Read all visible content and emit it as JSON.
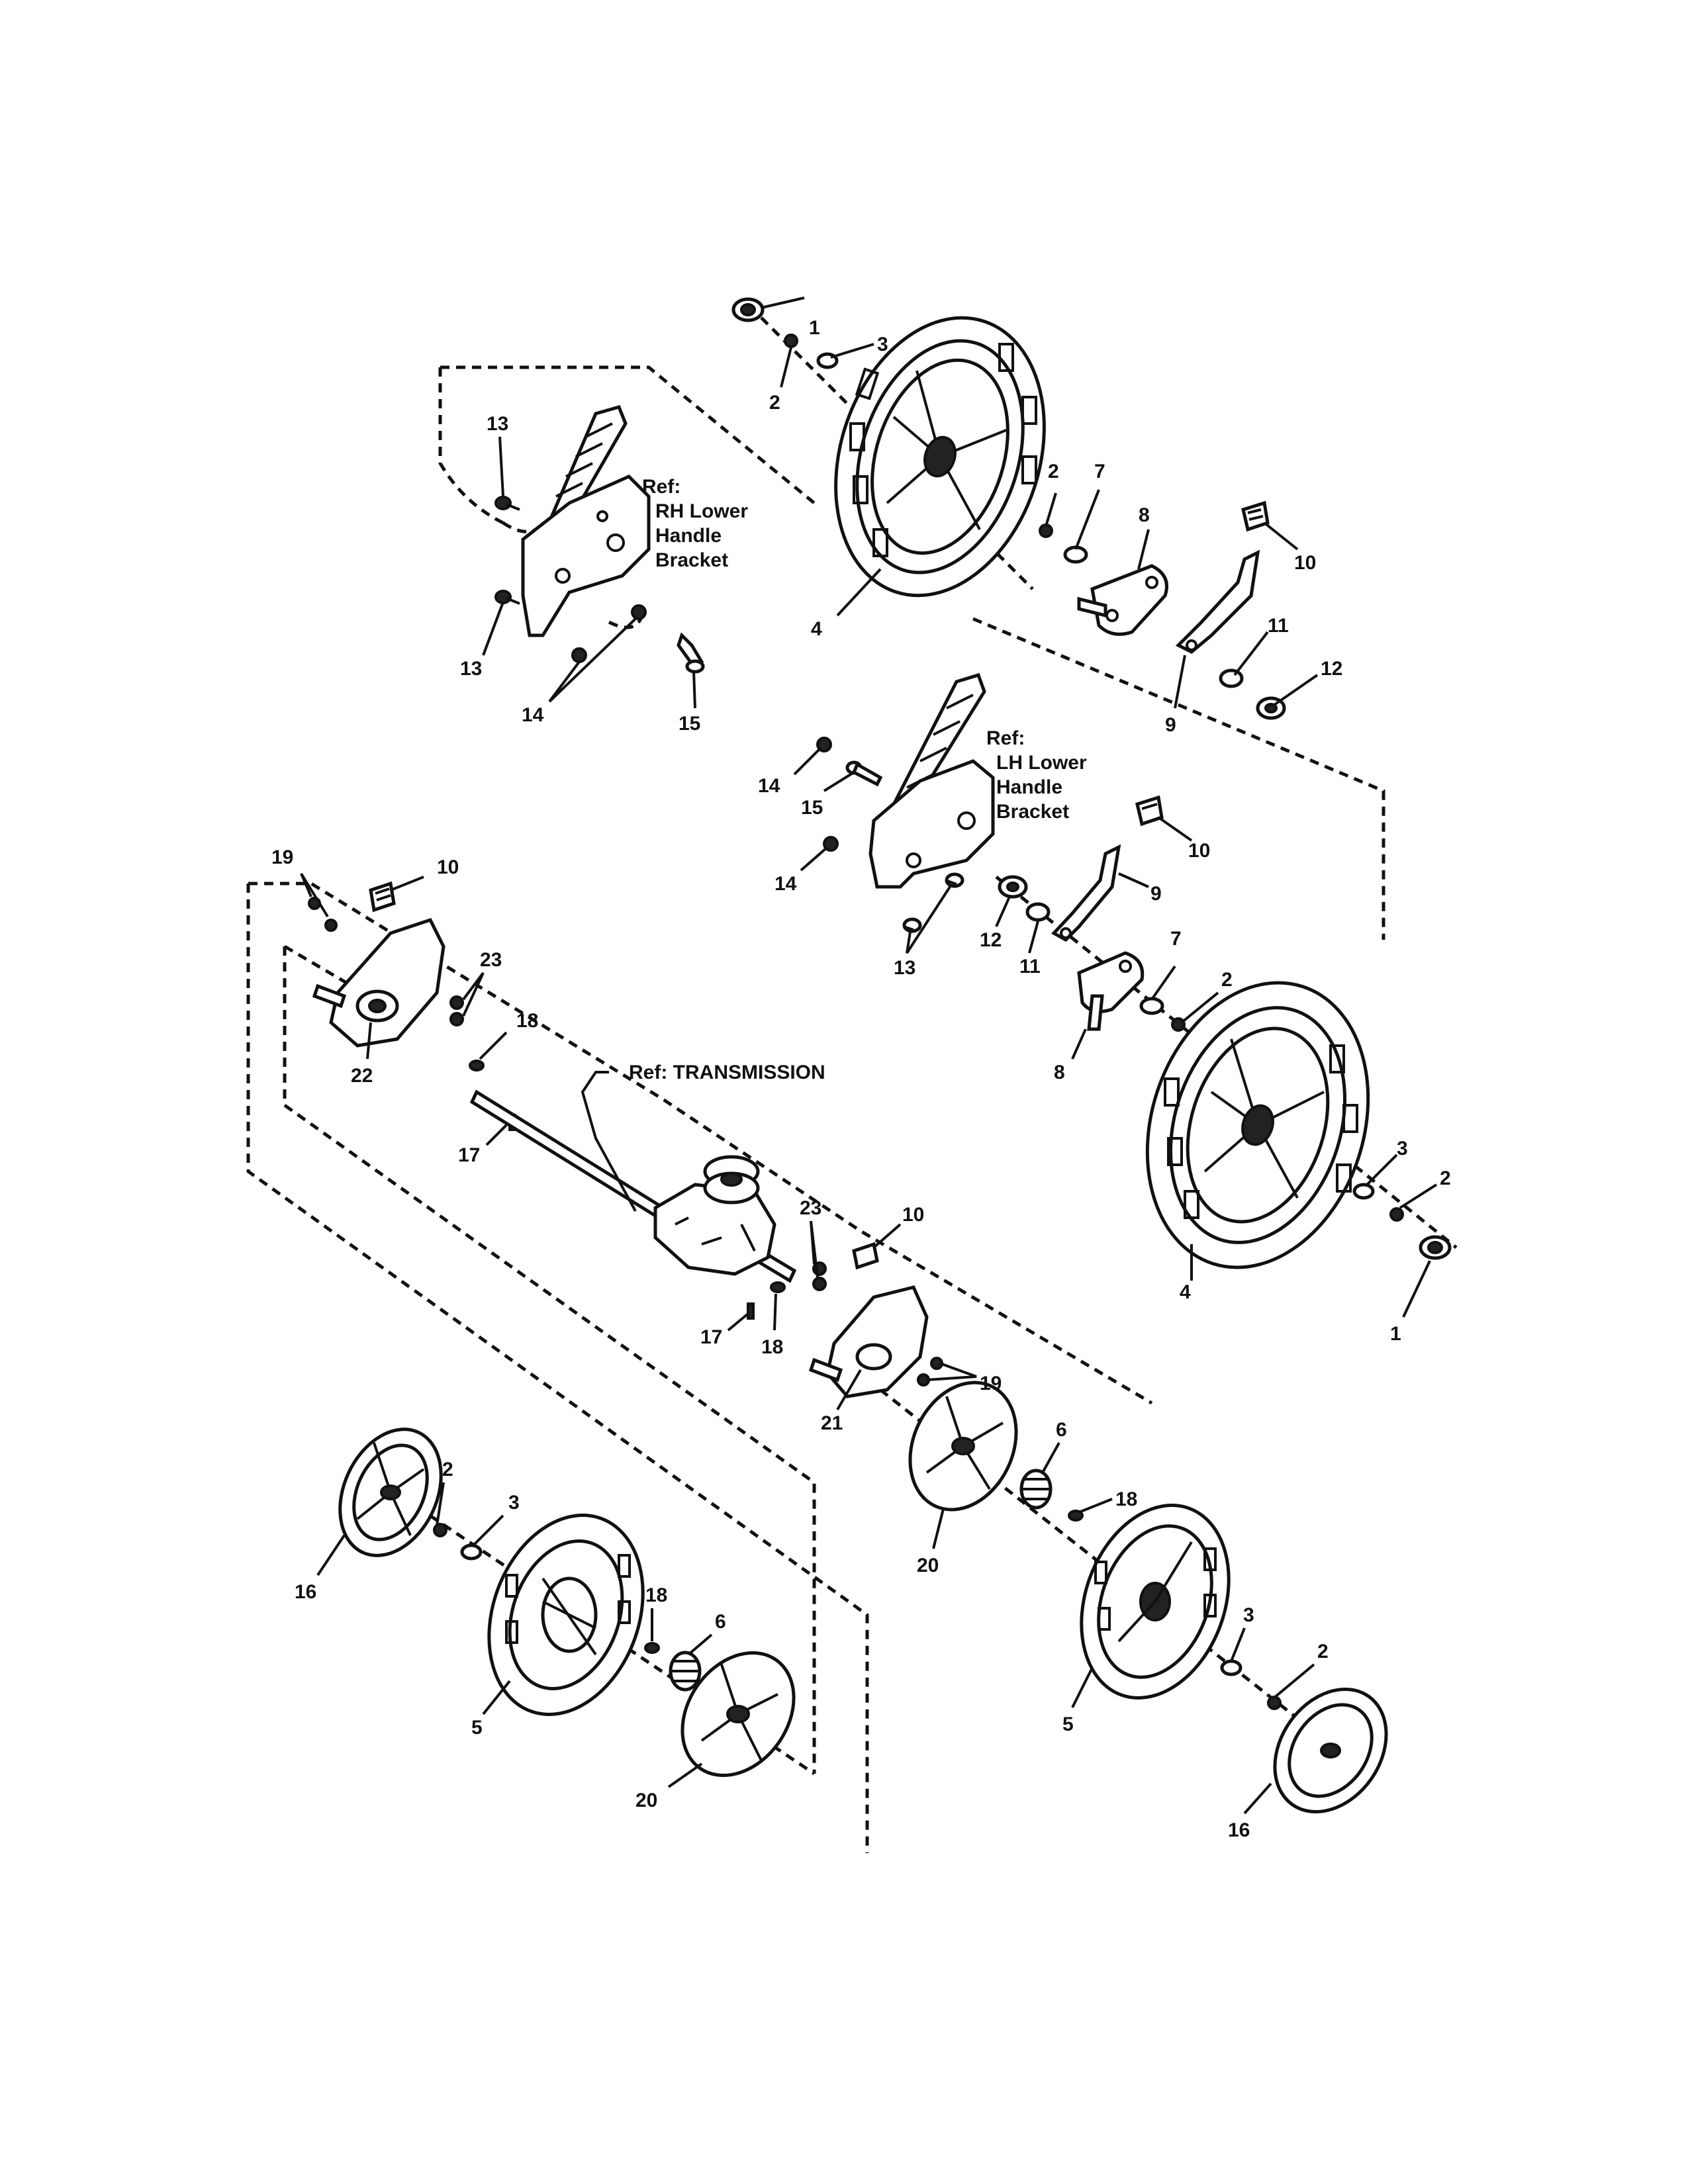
{
  "refs": {
    "rh_bracket": [
      "Ref:",
      "RH Lower",
      "Handle",
      "Bracket"
    ],
    "lh_bracket": [
      "Ref:",
      "LH Lower",
      "Handle",
      "Bracket"
    ],
    "transmission": "Ref: TRANSMISSION"
  },
  "callouts": [
    {
      "id": "c1",
      "n": "1"
    },
    {
      "id": "c2",
      "n": "2"
    },
    {
      "id": "c3",
      "n": "3"
    },
    {
      "id": "c4",
      "n": "4"
    },
    {
      "id": "c5",
      "n": "2"
    },
    {
      "id": "c6",
      "n": "7"
    },
    {
      "id": "c7",
      "n": "8"
    },
    {
      "id": "c8",
      "n": "10"
    },
    {
      "id": "c9",
      "n": "11"
    },
    {
      "id": "c10",
      "n": "12"
    },
    {
      "id": "c11",
      "n": "9"
    },
    {
      "id": "c12",
      "n": "13"
    },
    {
      "id": "c13",
      "n": "13"
    },
    {
      "id": "c14",
      "n": "14"
    },
    {
      "id": "c15",
      "n": "15"
    },
    {
      "id": "c16",
      "n": "14"
    },
    {
      "id": "c17",
      "n": "15"
    },
    {
      "id": "c18",
      "n": "14"
    },
    {
      "id": "c19",
      "n": "10"
    },
    {
      "id": "c20",
      "n": "9"
    },
    {
      "id": "c21",
      "n": "12"
    },
    {
      "id": "c22",
      "n": "11"
    },
    {
      "id": "c23",
      "n": "13"
    },
    {
      "id": "c24",
      "n": "7"
    },
    {
      "id": "c25",
      "n": "2"
    },
    {
      "id": "c26",
      "n": "8"
    },
    {
      "id": "c27",
      "n": "3"
    },
    {
      "id": "c28",
      "n": "2"
    },
    {
      "id": "c29",
      "n": "4"
    },
    {
      "id": "c30",
      "n": "1"
    },
    {
      "id": "c31",
      "n": "19"
    },
    {
      "id": "c32",
      "n": "10"
    },
    {
      "id": "c33",
      "n": "23"
    },
    {
      "id": "c34",
      "n": "22"
    },
    {
      "id": "c35",
      "n": "18"
    },
    {
      "id": "c36",
      "n": "17"
    },
    {
      "id": "c37",
      "n": "23"
    },
    {
      "id": "c38",
      "n": "10"
    },
    {
      "id": "c39",
      "n": "17"
    },
    {
      "id": "c40",
      "n": "18"
    },
    {
      "id": "c41",
      "n": "19"
    },
    {
      "id": "c42",
      "n": "21"
    },
    {
      "id": "c43",
      "n": "6"
    },
    {
      "id": "c44",
      "n": "18"
    },
    {
      "id": "c45",
      "n": "20"
    },
    {
      "id": "c46",
      "n": "2"
    },
    {
      "id": "c47",
      "n": "3"
    },
    {
      "id": "c48",
      "n": "16"
    },
    {
      "id": "c49",
      "n": "18"
    },
    {
      "id": "c50",
      "n": "6"
    },
    {
      "id": "c51",
      "n": "5"
    },
    {
      "id": "c52",
      "n": "20"
    },
    {
      "id": "c53",
      "n": "3"
    },
    {
      "id": "c54",
      "n": "2"
    },
    {
      "id": "c55",
      "n": "5"
    },
    {
      "id": "c56",
      "n": "16"
    }
  ]
}
